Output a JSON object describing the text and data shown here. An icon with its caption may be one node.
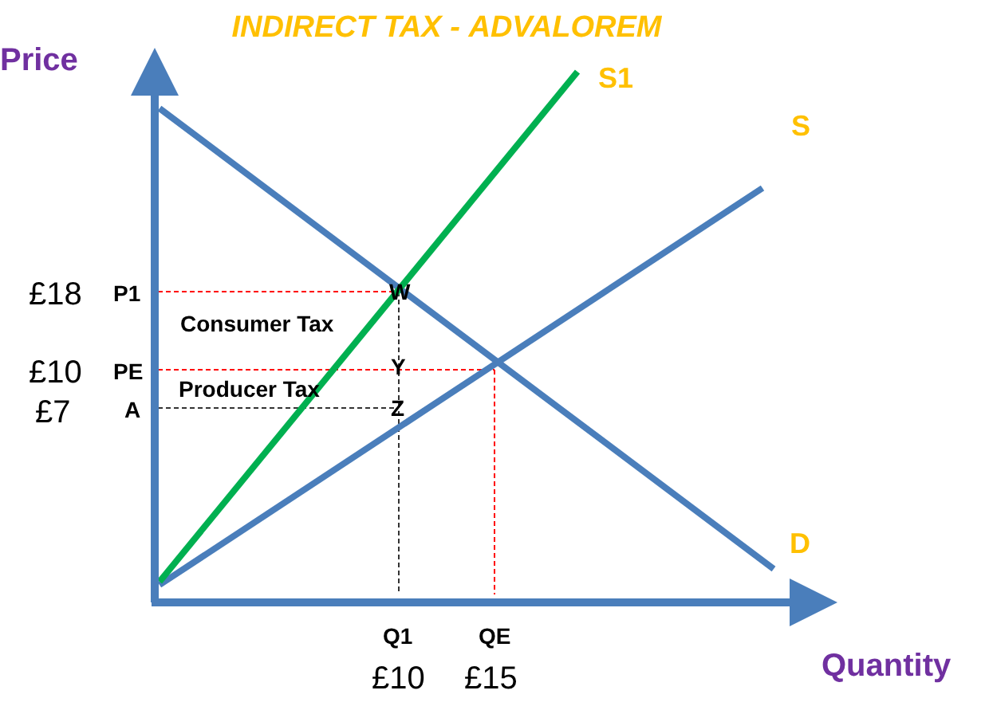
{
  "diagram": {
    "title": "INDIRECT TAX - **ADVALOREM**",
    "labels": [
      "Price",
      "S1",
      "S",
      "£18",
      "P1",
      "W",
      "Consumer Tax",
      "£10",
      "PE",
      "Y",
      "Producer Tax",
      "£7",
      "A",
      "Z",
      "D",
      "Q1",
      "QE",
      "£10",
      "£15",
      "Quantity"
    ]
  }
}
